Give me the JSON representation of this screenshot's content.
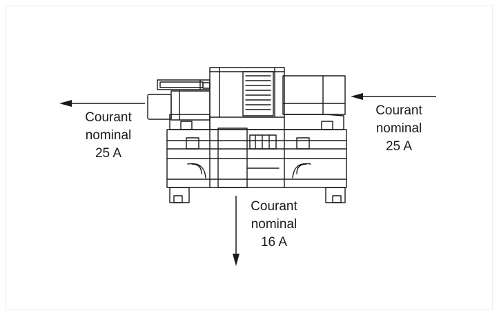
{
  "labels": {
    "left": {
      "line1": "Courant",
      "line2": "nominal",
      "line3": "25 A"
    },
    "right": {
      "line1": "Courant",
      "line2": "nominal",
      "line3": "25 A"
    },
    "down": {
      "line1": "Courant",
      "line2": "nominal",
      "line3": "16 A"
    }
  },
  "colors": {
    "stroke": "#1a1a1a",
    "background": "#ffffff"
  }
}
